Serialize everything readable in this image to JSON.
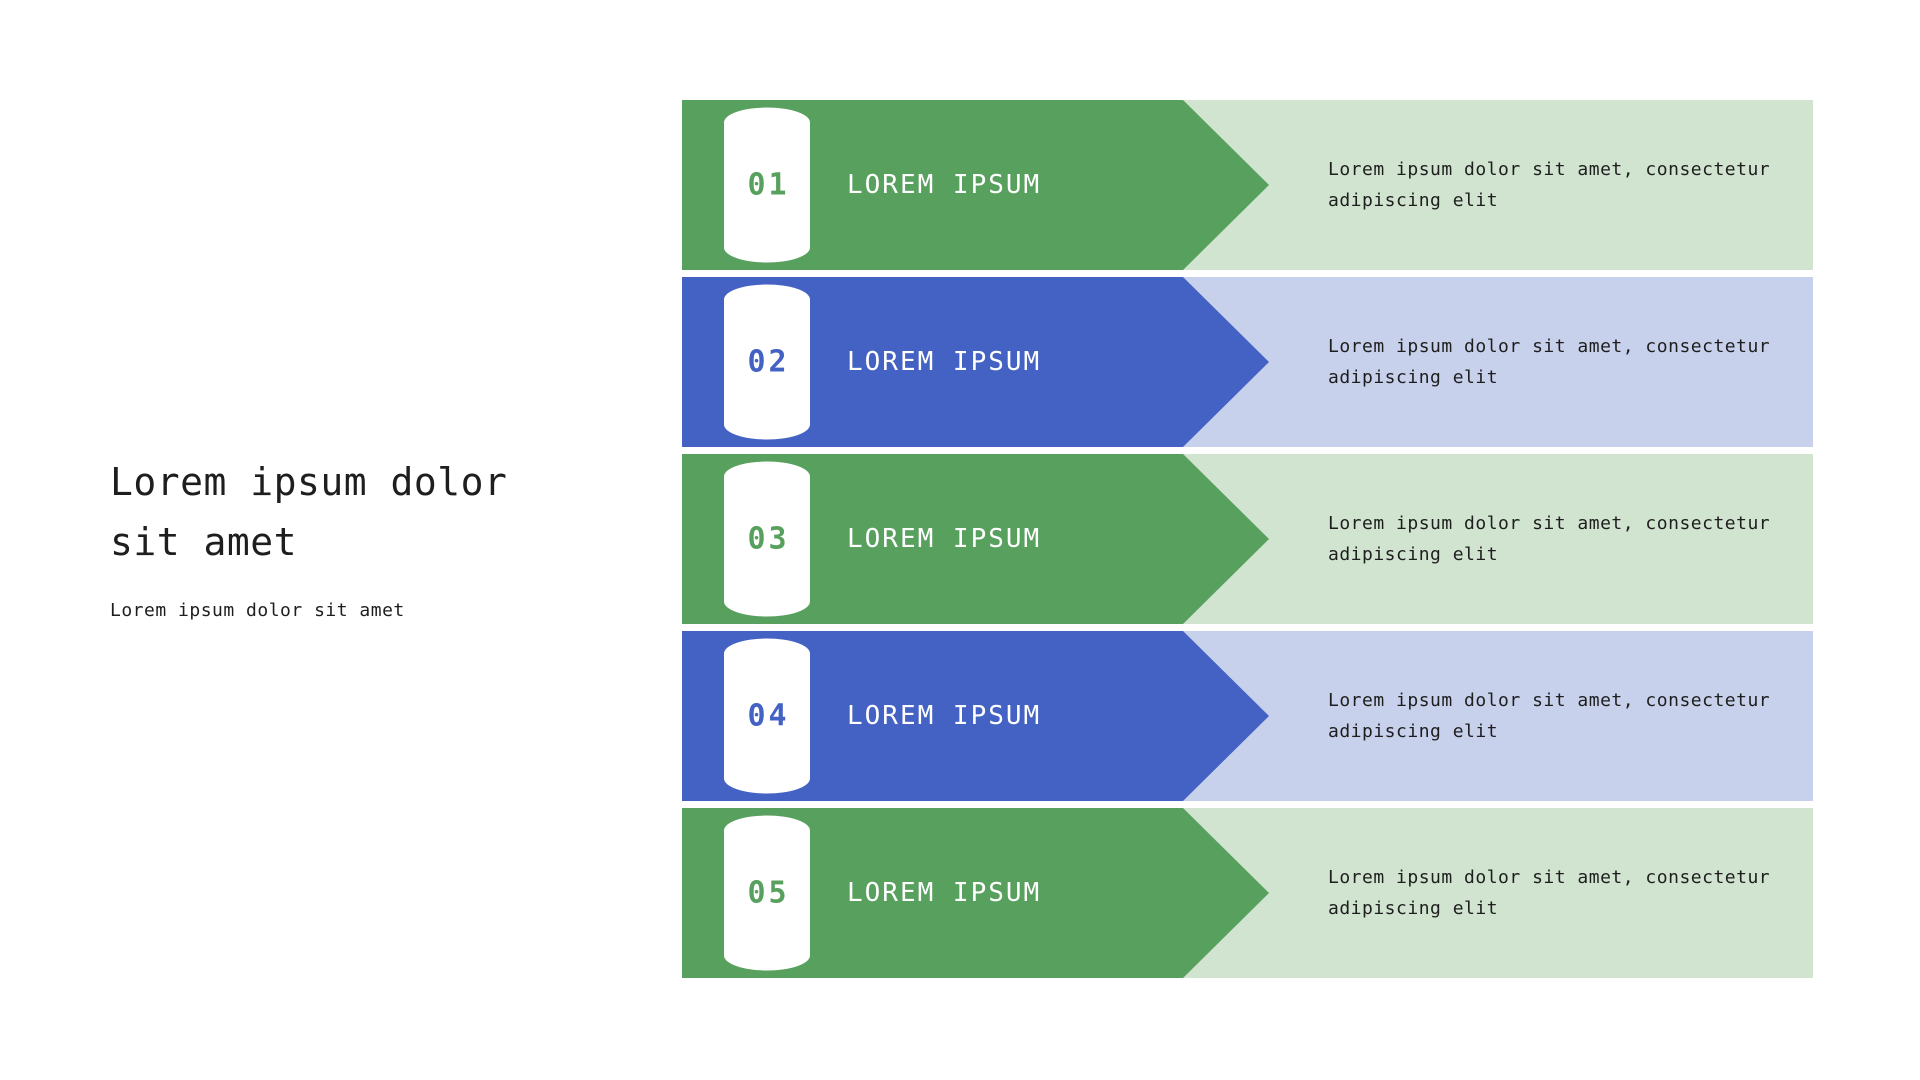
{
  "colors": {
    "green": "#58A05E",
    "green_light": "#D0E4D0",
    "blue": "#4462C4",
    "blue_light": "#C8D1EC",
    "text": "#1E1E1E",
    "badge_bg": "#FFFFFF",
    "page_bg": "#FFFFFF"
  },
  "intro": {
    "title": "Lorem ipsum dolor\nsit amet",
    "subtitle": "Lorem ipsum dolor sit amet"
  },
  "rows": [
    {
      "number": "01",
      "label": "LOREM IPSUM",
      "description": "Lorem ipsum dolor sit amet, consectetur\nadipiscing elit",
      "theme": "green"
    },
    {
      "number": "02",
      "label": "LOREM IPSUM",
      "description": "Lorem ipsum dolor sit amet, consectetur\nadipiscing elit",
      "theme": "blue"
    },
    {
      "number": "03",
      "label": "LOREM IPSUM",
      "description": "Lorem ipsum dolor sit amet, consectetur\nadipiscing elit",
      "theme": "green"
    },
    {
      "number": "04",
      "label": "LOREM IPSUM",
      "description": "Lorem ipsum dolor sit amet, consectetur\nadipiscing elit",
      "theme": "blue"
    },
    {
      "number": "05",
      "label": "LOREM IPSUM",
      "description": "Lorem ipsum dolor sit amet, consectetur\nadipiscing elit",
      "theme": "green"
    }
  ]
}
